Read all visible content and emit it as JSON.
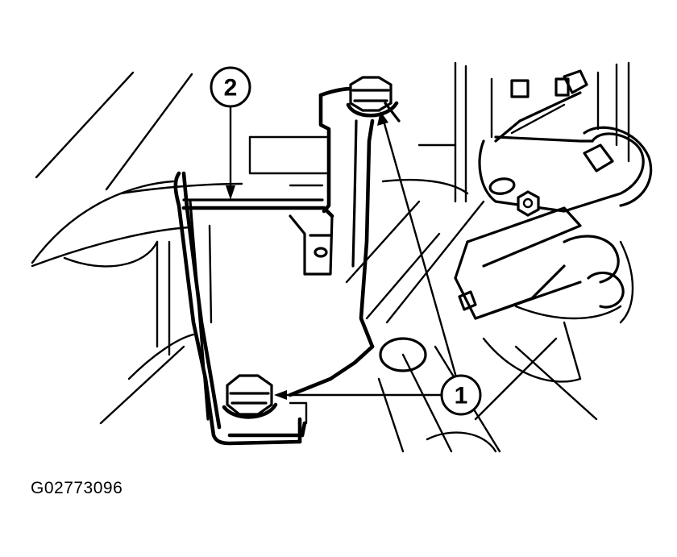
{
  "figure_id": "G02773096",
  "callouts": [
    {
      "label": "1"
    },
    {
      "label": "2"
    }
  ],
  "colors": {
    "ink": "#000000",
    "background": "#ffffff"
  }
}
